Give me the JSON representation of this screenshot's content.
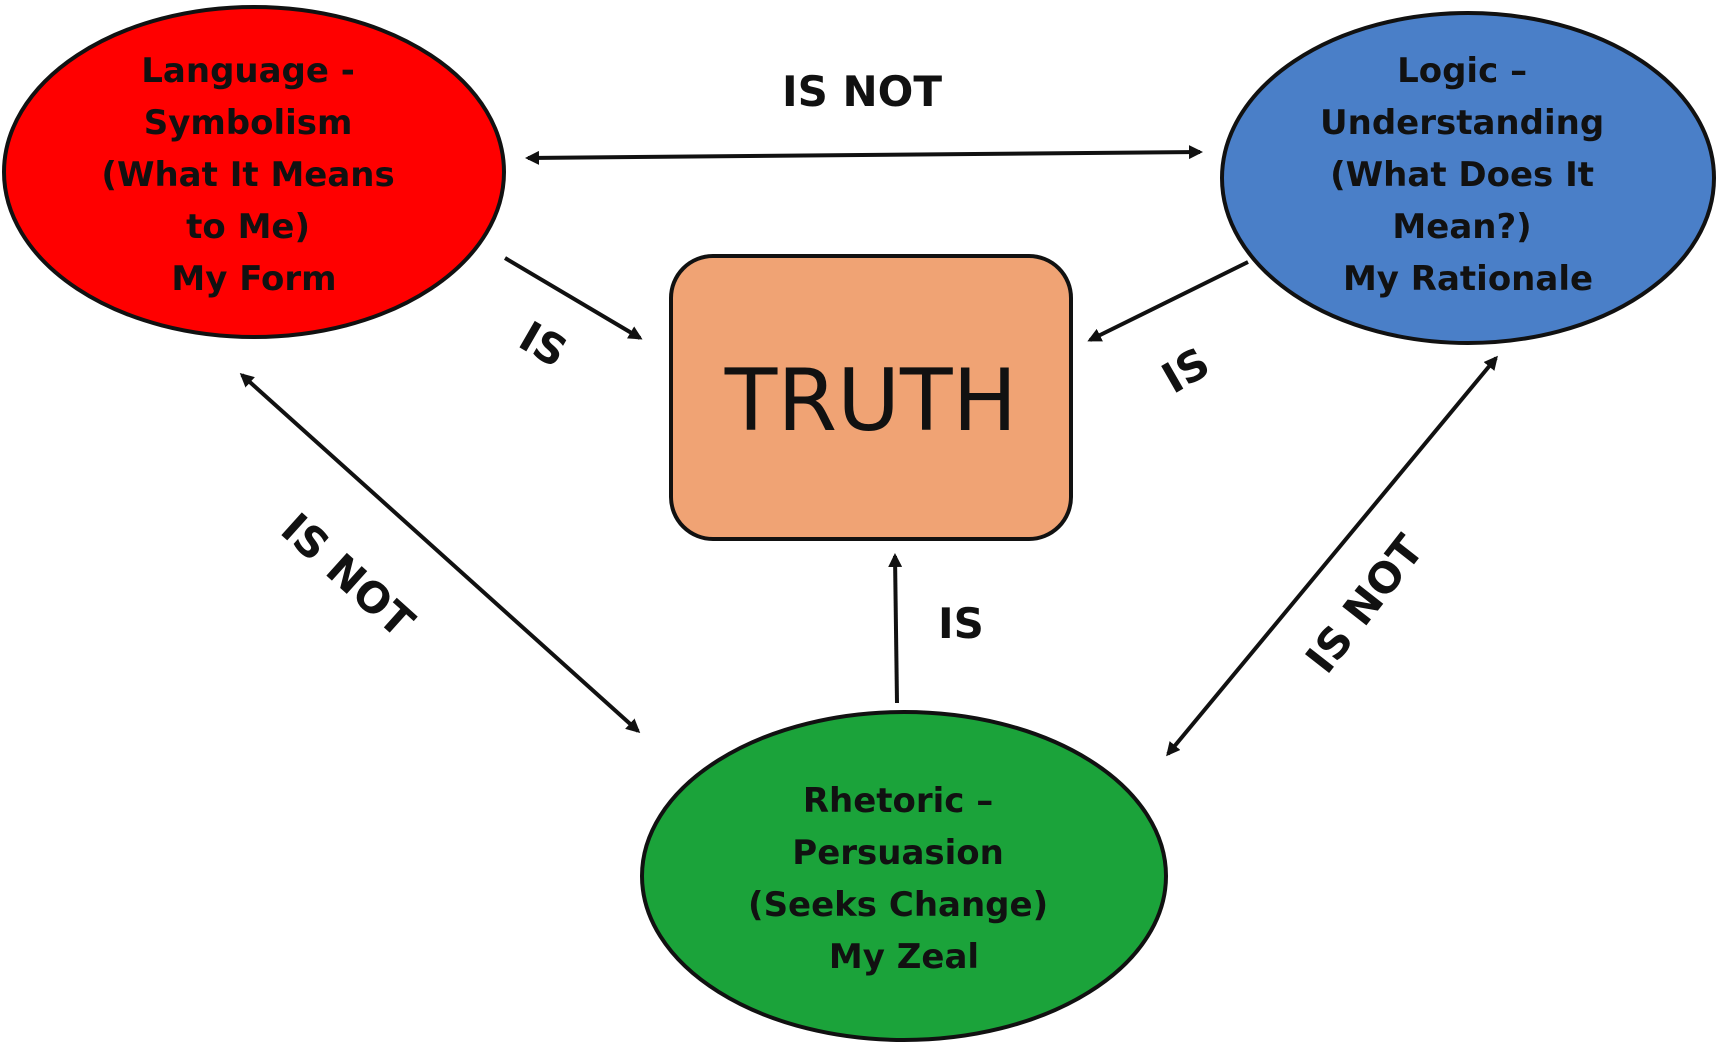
{
  "nodes": {
    "language": {
      "lines": [
        "Language -",
        "Symbolism",
        "(What It Means",
        "to Me)",
        "My Form"
      ],
      "color": "#ff0000"
    },
    "logic": {
      "lines": [
        "Logic –",
        "Understanding",
        "(What Does It",
        "Mean?)",
        "My Rationale"
      ],
      "color": "#4a7fc8"
    },
    "rhetoric": {
      "lines": [
        "Rhetoric –",
        "Persuasion",
        "(Seeks Change)",
        "My Zeal"
      ],
      "color": "#1ba33a"
    },
    "truth": {
      "label": "TRUTH",
      "color": "#f0a374"
    }
  },
  "edges": {
    "language_logic": "IS NOT",
    "language_truth": "IS",
    "logic_truth": "IS",
    "rhetoric_truth": "IS",
    "language_rhetoric": "IS NOT",
    "logic_rhetoric": "IS NOT"
  },
  "colors": {
    "stroke": "#111111",
    "arrow": "#111111"
  }
}
